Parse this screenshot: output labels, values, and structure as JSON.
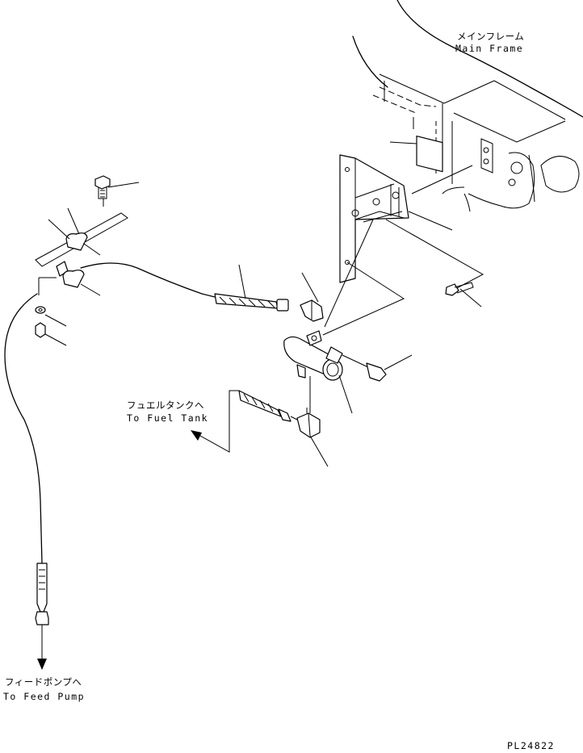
{
  "labels": {
    "main_frame_jp": "メインフレーム",
    "main_frame_en": "Main Frame",
    "fuel_tank_jp": "フュエルタンクへ",
    "fuel_tank_en": "To Fuel Tank",
    "feed_pump_jp": "フィードポンプへ",
    "feed_pump_en": "To Feed Pump",
    "drawing_number": "PL24822"
  }
}
